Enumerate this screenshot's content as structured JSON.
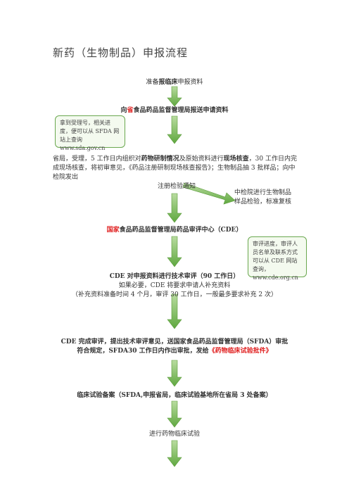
{
  "title": "新药（生物制品）申报流程",
  "step1": {
    "pre": "准备",
    "bold": "报临床",
    "post": "申报资料"
  },
  "step2": {
    "pre": "向",
    "red": "省",
    "post": "食品药品监督管理局报送申请资料"
  },
  "note1": "拿到受理号，相关进度，便可以从 SFDA 网站上查询 www.sda.gov.cn",
  "step3": {
    "a": "省局，受理，5 工作日内组织对",
    "b": "药物研制情况",
    "c": "及原始资料进行",
    "d": "现场核查",
    "e": "，30 工作日内完成现场核查，将初审意见，《药品注册研制现场核查报告》；生物制品抽 3 批样品；向中检院发出",
    "f": "注册检验通知"
  },
  "step3b": "中检院进行生物制品样品检验，标准复核",
  "step4": {
    "red": "国家",
    "post": "食品药品监督管理局药品审评中心（CDE）"
  },
  "note2": "审评进度，审评人员名单及联系方式可以从 CDE 网站查询，www.cde.org.cn",
  "step5": {
    "line1": "CDE 对申报资料进行技术审评（90 工作日）",
    "line2": "如果必要，CDE 将要求申请人补充资料",
    "line3": "（补充资料准备时间 4 个月，审评 30 工作日，一般最多要求补充 2 次）"
  },
  "step6": {
    "line1": "CDE 完成审评，提出技术审评意见，送国家食品药品监督管理局（SFDA）审批",
    "line2a": "符合规定，SFDA30 工作日内作出审批，发给",
    "line2b": "《药物临床试验批件》"
  },
  "step7": "临床试验备案（SFDA,申报省局，临床试验基地所在省局 3 处备案）",
  "step8": "进行药物临床试验"
}
